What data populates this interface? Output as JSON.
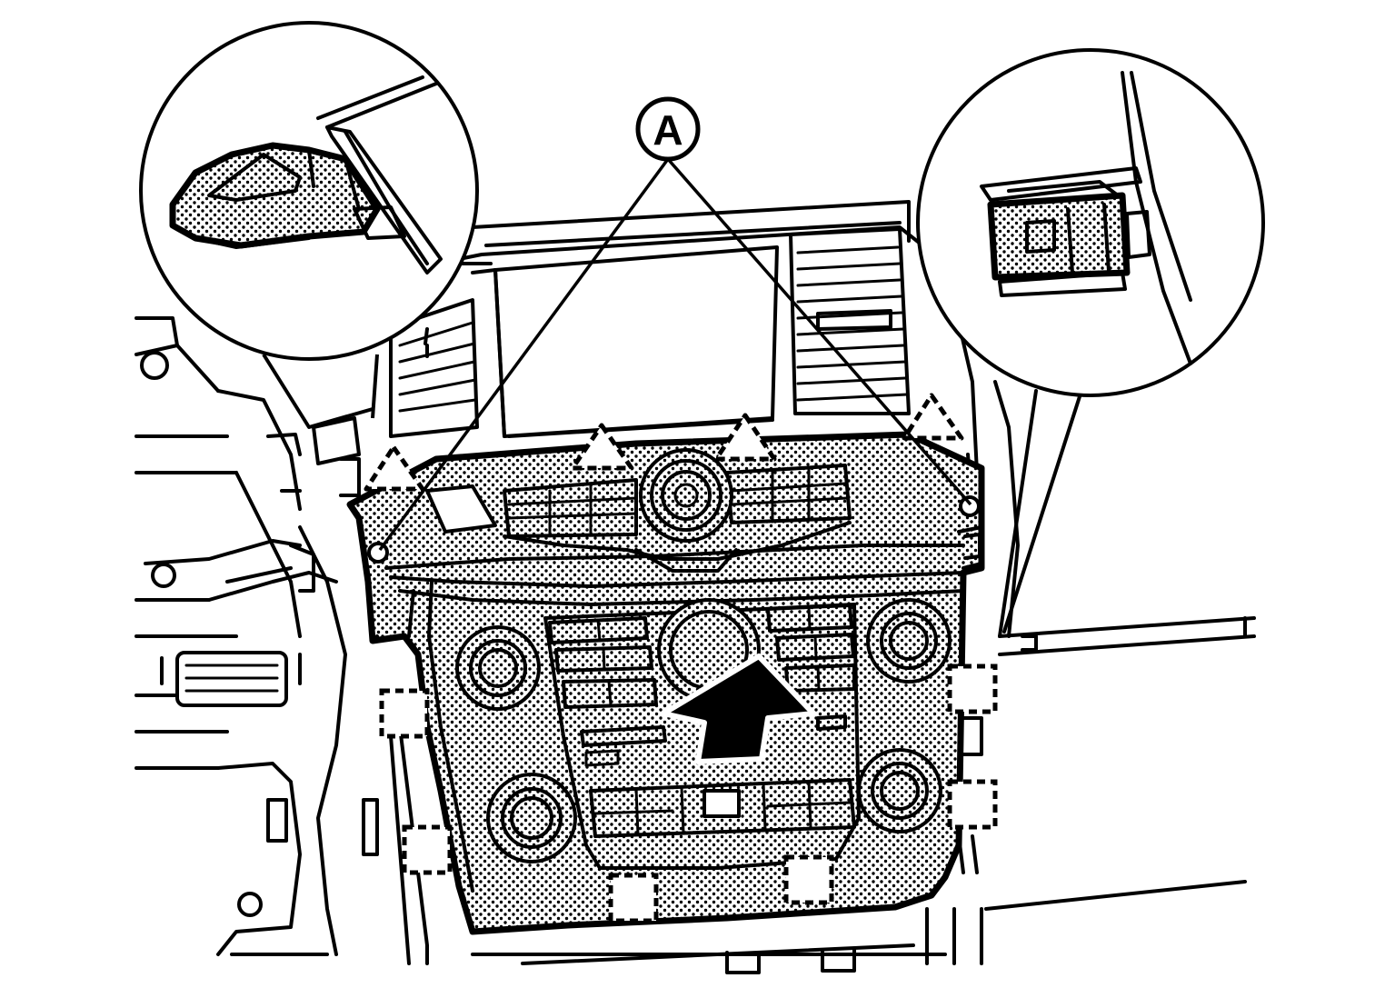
{
  "callout": {
    "label": "A"
  },
  "colors": {
    "line": "#000000",
    "background": "#ffffff"
  },
  "figure": {
    "components": [
      "center-console-trim-panel",
      "hvac-control-panel",
      "navigation-display",
      "air-vents",
      "removal-direction-arrow",
      "clip-detail-left",
      "clip-detail-right"
    ]
  }
}
